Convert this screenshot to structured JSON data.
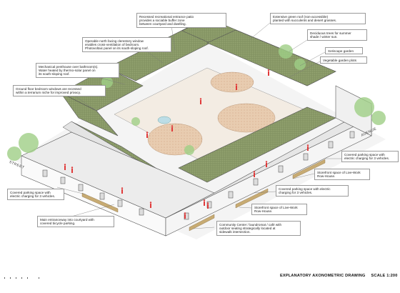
{
  "title": "EXPLANATORY AXONOMETRIC DRAWING",
  "scale": "SCALE 1:200",
  "street_labels": {
    "street": "STREET",
    "avenue": "AVENUE"
  },
  "annotations": [
    {
      "id": "entrance-patio",
      "text": "Recessed recreational entrance patio\nprovides a sociable buffer zone\nbetween courtyard and dwelling."
    },
    {
      "id": "green-roof",
      "text": "Extensive green roof (non-accessible)\nplanted with succulents and desert grasses."
    },
    {
      "id": "deciduous-trees",
      "text": "Deciduous trees for summer\nshade / winter sun."
    },
    {
      "id": "clerestory",
      "text": "Operable north facing clerestory window\nenables cross-ventilation of bedroom.\nPhotovoltaic panel on its south-sloping roof."
    },
    {
      "id": "xeriscape",
      "text": "Xeriscape garden"
    },
    {
      "id": "vegetable",
      "text": "Vegetable garden plots"
    },
    {
      "id": "penthouse",
      "text": "Mechanical penthouse over bathroom(s).\nWater heated by thermo-solar panel on\nits south-sloping roof."
    },
    {
      "id": "bedroom-windows",
      "text": "Ground floor bedroom windows are recessed\nwithin a terrarium niche for improved privacy."
    },
    {
      "id": "parking-right",
      "text": "Covered parking space with\nelectric charging for 3 vehicles."
    },
    {
      "id": "storefront-right",
      "text": "Storefront space of Live-Work\nRow-House."
    },
    {
      "id": "parking-mid",
      "text": "Covered parking space with electric\ncharging for 3 vehicles."
    },
    {
      "id": "parking-left",
      "text": "Covered parking space with\nelectric charging for 3 vehicles."
    },
    {
      "id": "storefront-mid",
      "text": "Storefront space of Live-Work\nRow-House."
    },
    {
      "id": "main-entrance",
      "text": "Main entranceway into courtyard with\ncovered bicycle parking."
    },
    {
      "id": "community-center",
      "text": "Community Center / laundromat / café with\noutdoor seating strategically located at\nsidewalk intersection."
    }
  ],
  "colors": {
    "green_roof": "#8a9a68",
    "paving": "#e2c3a6",
    "lawn": "#c8b592",
    "people": "#e03a3a",
    "trees": "#9fcf86",
    "planter": "#c7ab73"
  }
}
